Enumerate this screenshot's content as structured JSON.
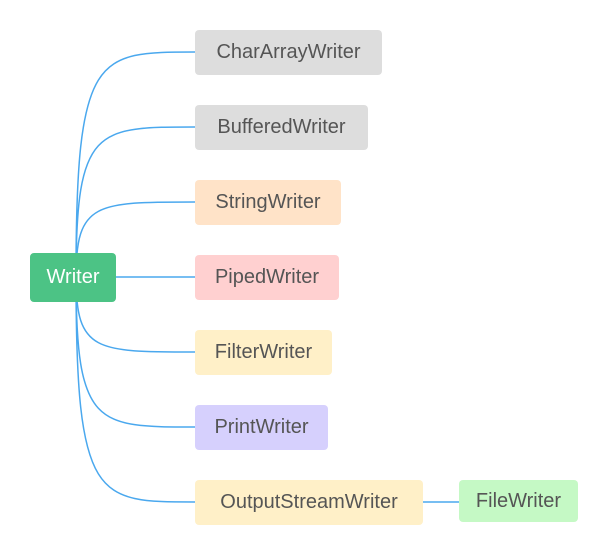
{
  "root": {
    "label": "Writer",
    "color": "#4cc385"
  },
  "children": [
    {
      "label": "CharArrayWriter",
      "color": "#dddddd"
    },
    {
      "label": "BufferedWriter",
      "color": "#dddddd"
    },
    {
      "label": "StringWriter",
      "color": "#ffe3c8"
    },
    {
      "label": "PipedWriter",
      "color": "#ffd0d0"
    },
    {
      "label": "FilterWriter",
      "color": "#fff0c8"
    },
    {
      "label": "PrintWriter",
      "color": "#d6d0fd"
    },
    {
      "label": "OutputStreamWriter",
      "color": "#fff0c8"
    }
  ],
  "grandchild": {
    "label": "FileWriter",
    "color": "#c5f9c5",
    "parent": "OutputStreamWriter"
  },
  "edge_color": "#4aa8ee"
}
